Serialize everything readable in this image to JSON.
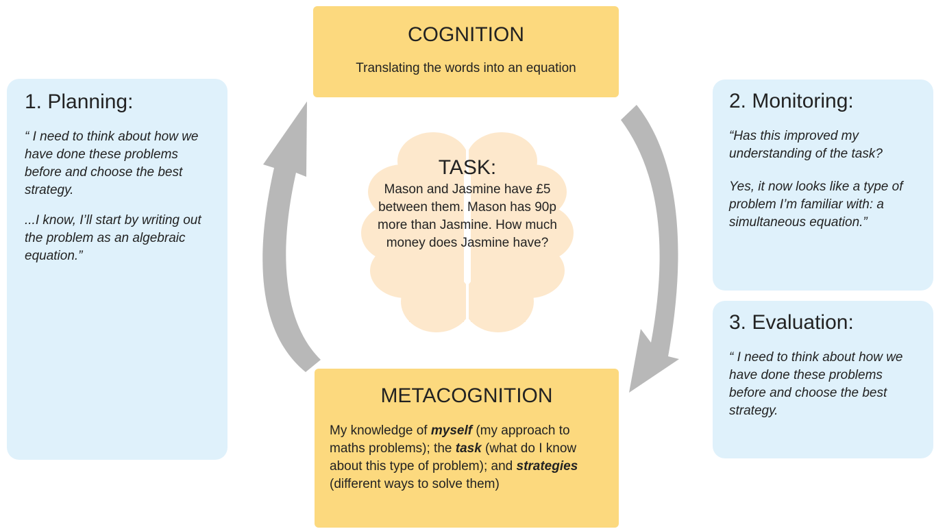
{
  "cognition": {
    "title": "COGNITION",
    "subtitle": "Translating the words into an equation"
  },
  "metacognition": {
    "title": "METACOGNITION",
    "body": [
      {
        "text": "My knowledge of ",
        "emphasis": false
      },
      {
        "text": "myself",
        "emphasis": true
      },
      {
        "text": " (my approach to maths problems); the ",
        "emphasis": false
      },
      {
        "text": "task",
        "emphasis": true
      },
      {
        "text": " (what do I know about this type of problem); and ",
        "emphasis": false
      },
      {
        "text": "strategies",
        "emphasis": true
      },
      {
        "text": " (different ways to solve them)",
        "emphasis": false
      }
    ]
  },
  "task": {
    "title": "TASK:",
    "text": "Mason and Jasmine have £5 between them. Mason has 90p more than Jasmine. How much money does Jasmine have?"
  },
  "planning": {
    "title": "1. Planning:",
    "quote1": "“ I need to think about how we have done these problems before and choose the best strategy.",
    "quote2": "...I know, I’ll start by writing out the problem as an algebraic equation.”"
  },
  "monitoring": {
    "title": "2. Monitoring:",
    "quote1": "“Has this improved my understanding of the task?",
    "quote2": "Yes, it now looks like a type of problem I’m familiar with: a simultaneous equation.”"
  },
  "evaluation": {
    "title": "3. Evaluation:",
    "quote1": "“ I need to think about how we have done these problems before and choose the best strategy."
  },
  "colors": {
    "blue_box": "#dff1fb",
    "yellow_box": "#fcd97e",
    "arrow": "#b8b8b8",
    "brain": "#fde8cc"
  }
}
